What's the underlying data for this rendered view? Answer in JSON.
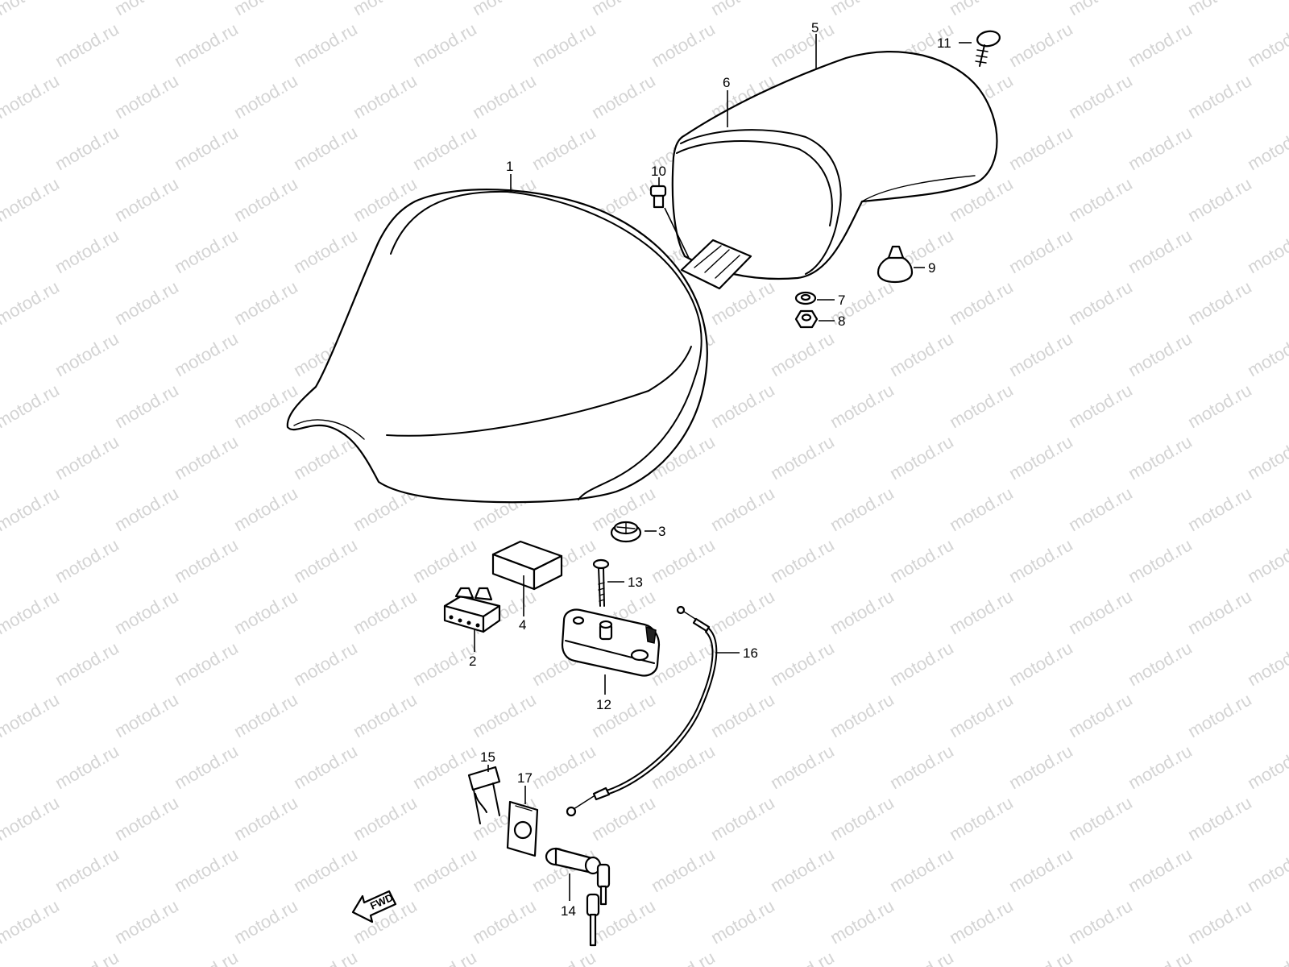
{
  "watermark": "motod.ru",
  "fwd_label": "FWD",
  "callouts": {
    "p1": "1",
    "p2": "2",
    "p3": "3",
    "p4": "4",
    "p5": "5",
    "p6": "6",
    "p7": "7",
    "p8": "8",
    "p9": "9",
    "p10": "10",
    "p11": "11",
    "p12": "12",
    "p13": "13",
    "p14": "14",
    "p15": "15",
    "p16": "16",
    "p17": "17"
  }
}
